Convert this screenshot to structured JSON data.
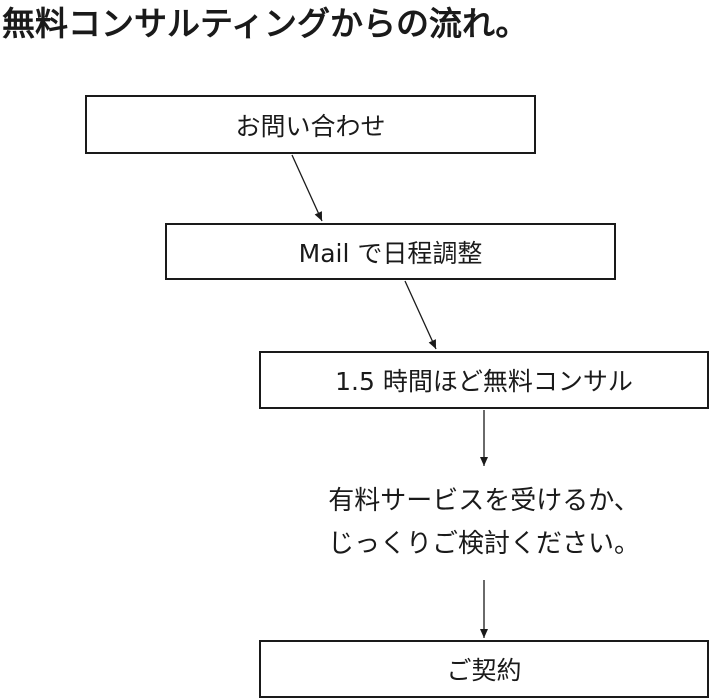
{
  "title": "無料コンサルティングからの流れ。",
  "steps": [
    {
      "label": "お問い合わせ"
    },
    {
      "label": "Mail で日程調整"
    },
    {
      "label": "1.5 時間ほど無料コンサル"
    },
    {
      "label": "ご契約"
    }
  ],
  "note": {
    "line1": "有料サービスを受けるか、",
    "line2": "じっくりご検討ください。"
  }
}
